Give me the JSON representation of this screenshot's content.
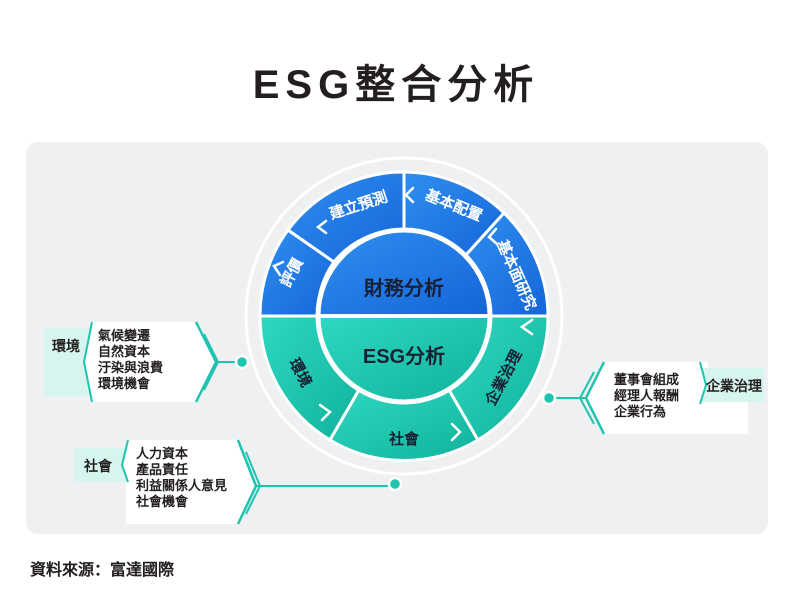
{
  "title": "ESG整合分析",
  "source": "資料來源：富達國際",
  "colors": {
    "blue": "#1e84e8",
    "teal": "#1fc4b0",
    "panel": "#eef0f2"
  },
  "center": {
    "top": "財務分析",
    "bottom": "ESG分析"
  },
  "ring": {
    "valuation": "評價",
    "forecast": "建立預測",
    "allocation": "基本配置",
    "fundamental": "基本面研究",
    "environment": "環境",
    "social": "社會",
    "governance": "企業治理"
  },
  "cards": {
    "environment": {
      "label": "環境",
      "items": [
        "氣候變遷",
        "自然資本",
        "汙染與浪費",
        "環境機會"
      ]
    },
    "social": {
      "label": "社會",
      "items": [
        "人力資本",
        "產品責任",
        "利益關係人意見",
        "社會機會"
      ]
    },
    "governance": {
      "label": "企業治理",
      "items": [
        "董事會組成",
        "經理人報酬",
        "企業行為"
      ]
    }
  }
}
